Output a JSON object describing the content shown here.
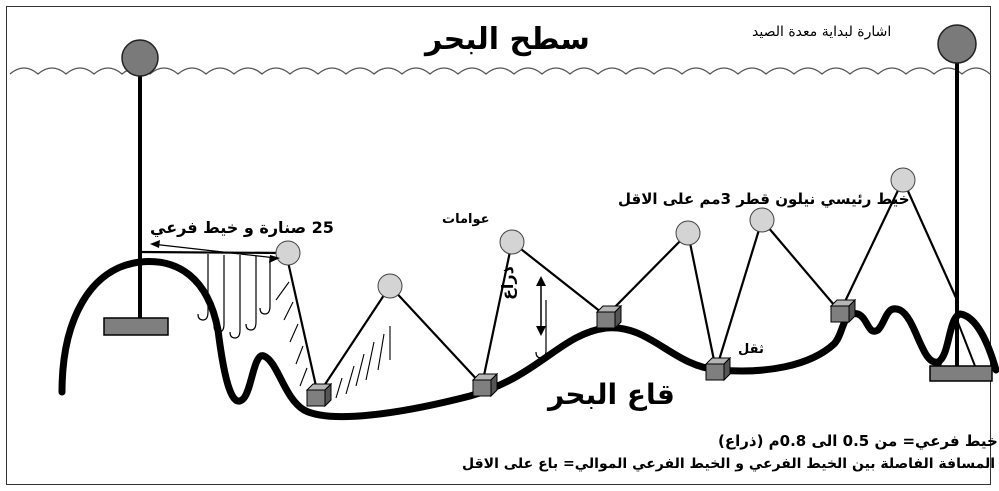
{
  "labels": {
    "sea_surface": "سطح البحر",
    "sea_bottom": "قاع البحر",
    "start_signal": "اشارة لبداية معدة الصيد",
    "main_line": "خيط رئيسي نيلون قطر 3مم على الاقل",
    "floats": "عوامات",
    "hooks": "25 صنارة و خيط فرعي",
    "weight": "ثقل",
    "arm_length": "ذراع",
    "note_branch_line": "خيط فرعي= من 0.5 الى 0.8م (ذراع)",
    "note_distance": "المسافة الفاصلة بين الخيط الفرعي و الخيط الفرعي الموالي= باع على الاقل"
  },
  "colors": {
    "marker_ball": "#7a7a7a",
    "float": "#d4d4d4",
    "weight": "#7f7f7f",
    "line": "#000000"
  }
}
